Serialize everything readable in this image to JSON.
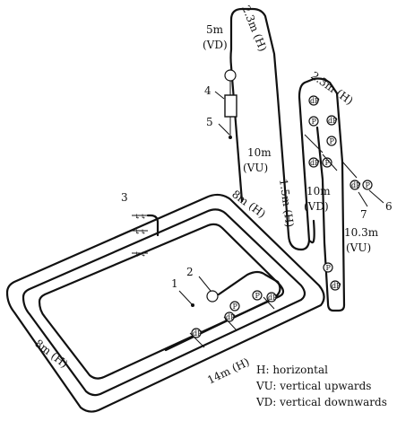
{
  "diagram": {
    "segments": {
      "top_h": "2.3m (H)",
      "top_vd_len": "5m",
      "top_vd_dir": "(VD)",
      "left_vu_len": "10m",
      "left_vu_dir": "(VU)",
      "right_top_h": "2.3m (H)",
      "right_mid_h": "1.5m (H)",
      "right_vd_len": "10m",
      "right_vd_dir": "(VD)",
      "right_vu_len": "10.3m",
      "right_vu_dir": "(VU)",
      "loop_top_h": "8m (H)",
      "loop_left_h": "8m (H)",
      "loop_bottom_h": "14m (H)"
    },
    "callouts": {
      "c1": "1",
      "c2": "2",
      "c3": "3",
      "c4": "4",
      "c5": "5",
      "c6": "6",
      "c7": "7"
    },
    "sensor_labels": {
      "pressure": "P",
      "diff_pressure": "dP"
    },
    "legend": [
      "H: horizontal",
      "VU: vertical upwards",
      "VD: vertical downwards"
    ]
  }
}
